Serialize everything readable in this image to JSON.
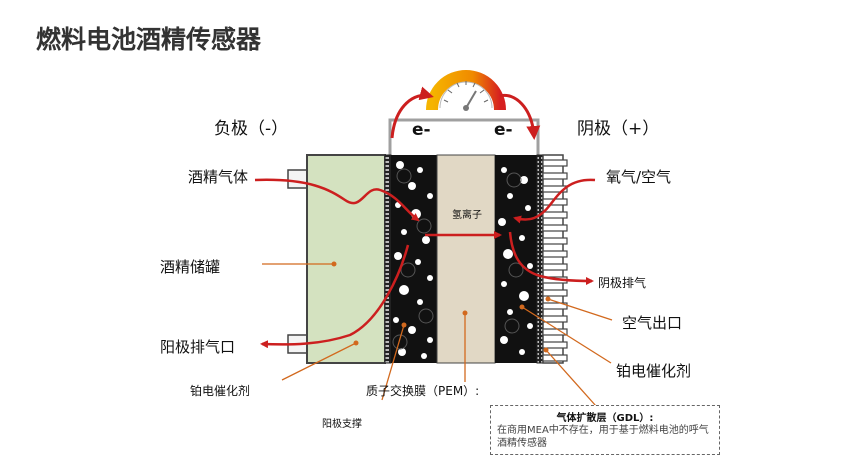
{
  "title": "燃料电池酒精传感器",
  "labels": {
    "anode": "负极（-）",
    "cathode": "阴极（+）",
    "electron_left": "e-",
    "electron_right": "e-",
    "alcohol_gas": "酒精气体",
    "alcohol_tank": "酒精储罐",
    "anode_exhaust": "阳极排气口",
    "pt_catalyst_left": "铂电催化剂",
    "anode_support": "阳极支撑",
    "pem": "质子交换膜（PEM）:",
    "hydrogen_ion": "氢离子",
    "oxygen_air": "氧气/空气",
    "cathode_exhaust": "阴极排气",
    "air_outlet": "空气出口",
    "pt_catalyst_right": "铂电催化剂"
  },
  "gdl_note": {
    "title": "气体扩散层（GDL）:",
    "desc": "在商用MEA中不存在，用于基于燃料电池的呼气酒精传感器"
  },
  "colors": {
    "arrow": "#cc1f1f",
    "leader": "#d2691e",
    "tank": "#d4e2c0",
    "pem": "#e1d8c5",
    "gauge_start": "#f5b400",
    "gauge_end": "#d62020"
  }
}
